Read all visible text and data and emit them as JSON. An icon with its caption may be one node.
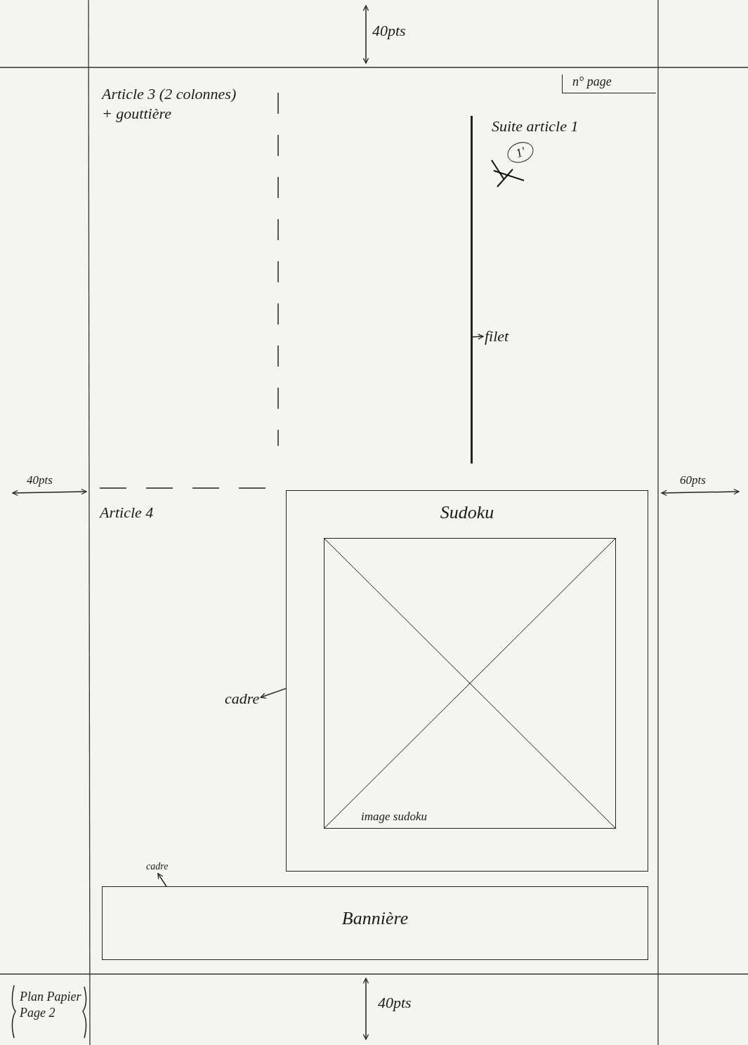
{
  "diagram": {
    "nodes": [
      {
        "text": [
          "Sudoku"
        ]
      },
      {
        "text": [
          "image sudoku"
        ],
        "in": 0
      },
      {
        "text": [
          "Bannière"
        ]
      },
      {
        "text": [
          "filet"
        ]
      },
      {
        "text": [],
        "shape": "bar"
      },
      {
        "text": [
          "cadre"
        ]
      },
      {
        "text": [
          "cadre"
        ]
      },
      {
        "text": [
          "1'"
        ]
      },
      {
        "text": [
          "n° page"
        ]
      }
    ],
    "edges": [
      {
        "from": 4,
        "to": 3,
        "arrow": "to"
      },
      {
        "from": 0,
        "to": 5,
        "arrow": "to"
      },
      {
        "from": 2,
        "to": 6,
        "arrow": "to"
      }
    ],
    "labels": [
      "40pts",
      "Article 3 (2 colonnes) + gouttière",
      "Suite article 1",
      "40pts",
      "Article 4",
      "60pts",
      "Plan Papier Page 2",
      "40pts"
    ]
  }
}
